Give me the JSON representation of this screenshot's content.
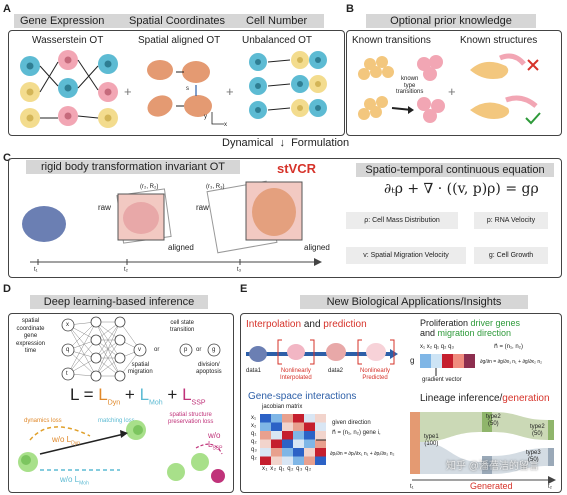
{
  "panel_a": {
    "letter": "A",
    "banner_segments": [
      "Gene Expression",
      "Spatial Coordinates",
      "Cell Number"
    ],
    "titles": [
      "Wasserstein OT",
      "Spatial aligned OT",
      "Unbalanced OT"
    ],
    "axis_y": "y",
    "axis_x": "x",
    "axis_s": "s"
  },
  "panel_b": {
    "letter": "B",
    "banner": "Optional prior knowledge",
    "titles": [
      "Known transitions",
      "Known structures"
    ],
    "type_note": "known\ntype\ntransitions"
  },
  "middle_caption": "Dynamical  ↓  Formulation",
  "panel_c": {
    "letter": "C",
    "banner_left": "rigid body transformation invariant OT",
    "method": "stVCR",
    "banner_right": "Spatio-temporal continuous equation",
    "equation": "∂ₜρ + ∇ · ((v, p)ρ) = gρ",
    "raw1": "raw",
    "raw2": "raw",
    "aligned1": "aligned",
    "aligned2": "aligned",
    "param1": "(r₂, R₂)",
    "param2": "(r₃, R₃)",
    "t1": "t₁",
    "t2": "t₂",
    "t3": "t₃",
    "definitions": [
      "ρ: Cell Mass Distribution",
      "p: RNA Velocity",
      "v: Spatial Migration Velocity",
      "g: Cell Growth"
    ]
  },
  "panel_d": {
    "letter": "D",
    "banner": "Deep learning-based inference",
    "input_label": "spatial\ncoordinate\ngene\nexpression\ntime",
    "node_x": "x",
    "node_q": "q",
    "node_t": "t",
    "node_v": "v",
    "node_p": "p",
    "node_g": "g",
    "or1": "or",
    "or2": "or",
    "cell_state": "cell state\ntransition",
    "spatial_migration": "spatial\nmigration",
    "division": "division/\napoptosis",
    "loss_L": "L",
    "loss_eq": "=",
    "L_dyn": "L",
    "L_dyn_sub": "Dyn",
    "L_moh": "L",
    "L_moh_sub": "Moh",
    "L_ssp": "L",
    "L_ssp_sub": "SSP",
    "plus1": "+",
    "plus2": "+",
    "dynamics_loss": "dynamics loss",
    "matching_loss": "matching loss",
    "structure_loss": "spatial structure\npreservation loss",
    "wo_Ldyn": "w/o L",
    "wo_Ldyn_sub": "Dyn",
    "wo_Lmoh": "w/o L",
    "wo_Lmoh_sub": "Moh",
    "wo_Lssp": "w/o",
    "wo_Lssp2": "L",
    "wo_Lssp_sub": "SSP"
  },
  "panel_e": {
    "letter": "E",
    "banner": "New Biological Applications/Insights",
    "interp_a": "Interpolation",
    "interp_and": " and ",
    "interp_b": "prediction",
    "data1": "data1",
    "data2": "data2",
    "nonlinear_interp": "Nonlinearly\nInterpolated",
    "nonlinear_pred": "Nonlinearly\nPredicted",
    "prolif_1": "Proliferation ",
    "prolif_2": "driver genes",
    "prolif_3": "and ",
    "prolif_4": "migration direction",
    "g_label": "g",
    "gradient_vector": "gradient vector",
    "grad_cols": [
      "x₁",
      "x₂",
      "q₁",
      "q₂",
      "q₃"
    ],
    "n_eq": "n⃗ = (n₁, n₂)",
    "dg_eq": "∂g/∂n = ∂g/∂x₁ n₁ + ∂g/∂x₂ n₂",
    "gene_space": "Gene-space interactions",
    "jacobian": "jacobian matrix",
    "given_dir": "given direction",
    "n_vec": "n⃗ = (n₁, n₂) gene i,",
    "jac_rows": [
      "x₁",
      "x₂",
      "q₁",
      "q₂",
      "q₃",
      "q₂"
    ],
    "jac_cols": [
      "x₁",
      "x₂",
      "q₁",
      "q₂",
      "q₃",
      "q₂"
    ],
    "jac_eq": "∂pᵢ/∂n = ∂pᵢ/∂x₁ n₁ + ∂pᵢ/∂x₂ n₂",
    "lin_1": "Lineage inference/",
    "lin_2": "generation",
    "type1": "type1\n(100)",
    "type2a": "type2\n(50)",
    "type2b": "type2\n(50)",
    "type3": "type3\n(50)",
    "t_start": "t₁",
    "t_end": "t₂",
    "generated": "Generated",
    "watermark": "知乎 @潘蓓洁的留言"
  },
  "colors": {
    "accent_red": "#d6332a",
    "accent_green": "#2e9a3a",
    "accent_orange": "#e0892b",
    "accent_blue": "#2d5fa8",
    "banner_gray": "#d6d6d6",
    "cell_blue": "#5dbbd3",
    "cell_yellow": "#f3dc8e",
    "cell_pink": "#f2a6b4",
    "embryo": "#e49a72"
  }
}
